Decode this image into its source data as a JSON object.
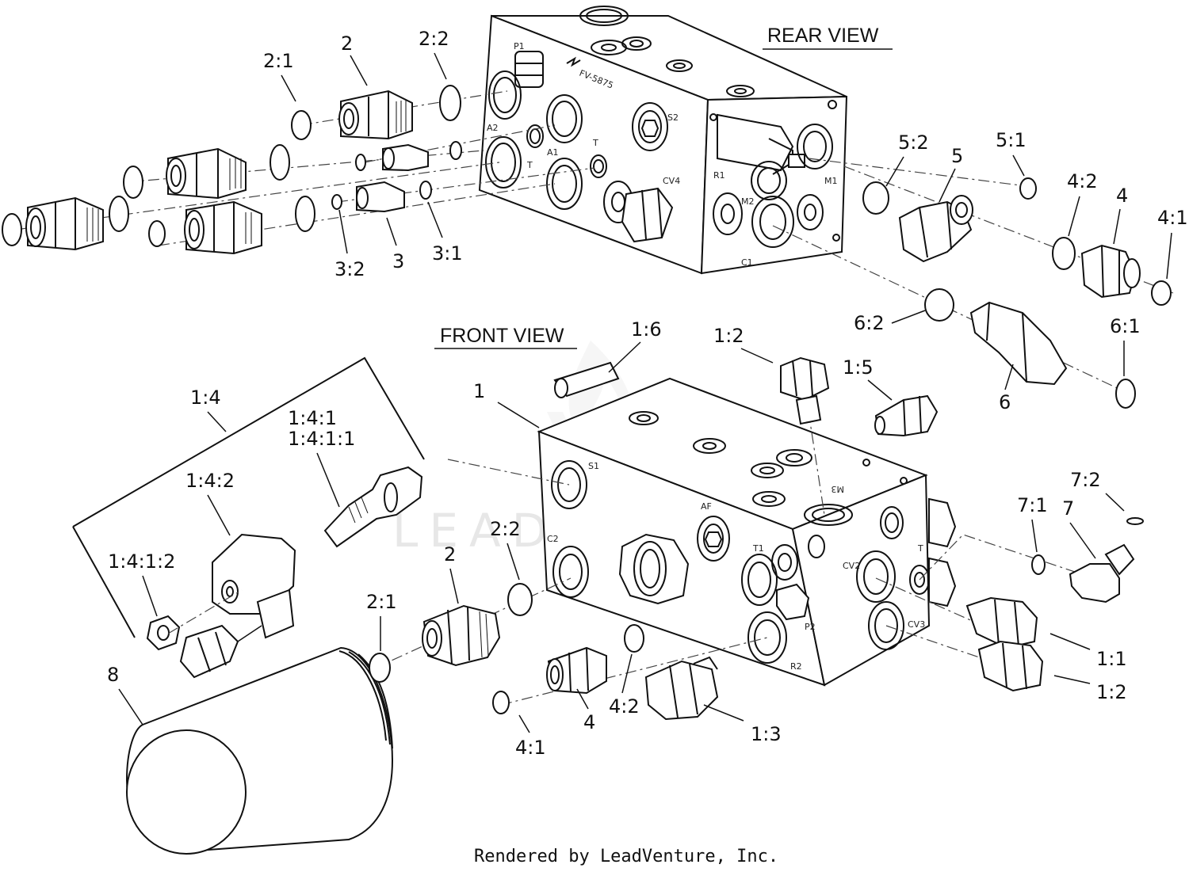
{
  "views": {
    "rear": "REAR VIEW",
    "front": "FRONT VIEW"
  },
  "credit": "Rendered by LeadVenture, Inc.",
  "watermark": "LEADVENTURE",
  "block_marking": "FV-5875",
  "rear_callouts": {
    "c2_1": "2:1",
    "c2": "2",
    "c2_2": "2:2",
    "c3_2": "3:2",
    "c3": "3",
    "c3_1": "3:1",
    "c5_2": "5:2",
    "c5": "5",
    "c5_1": "5:1",
    "c4_2": "4:2",
    "c4": "4",
    "c4_1": "4:1",
    "c6_2": "6:2",
    "c6_1": "6:1",
    "c6": "6"
  },
  "front_callouts": {
    "c1_6": "1:6",
    "c1_2_top": "1:2",
    "c1_5": "1:5",
    "c1": "1",
    "c1_4": "1:4",
    "c1_4_1": "1:4:1",
    "c1_4_1_1": "1:4:1:1",
    "c1_4_2": "1:4:2",
    "c1_4_1_2": "1:4:1:2",
    "c2_2": "2:2",
    "c2": "2",
    "c2_1": "2:1",
    "c8": "8",
    "c4_2": "4:2",
    "c4": "4",
    "c4_1": "4:1",
    "c1_3": "1:3",
    "c1_1": "1:1",
    "c1_2": "1:2",
    "c7_2": "7:2",
    "c7_1": "7:1",
    "c7": "7"
  },
  "rear_ports": {
    "p1": "P1",
    "a2": "A2",
    "a1": "A1",
    "t_left": "T",
    "t_top": "T",
    "s2": "S2",
    "cv4": "CV4",
    "r1": "R1",
    "m2": "M2",
    "m1": "M1",
    "c1": "C1"
  },
  "front_ports": {
    "s1": "S1",
    "af": "AF",
    "c2": "C2",
    "t1": "T1",
    "p2": "P2",
    "r2": "R2",
    "cv2": "CV2",
    "t": "T",
    "cv3": "CV3",
    "m3": "M3"
  }
}
